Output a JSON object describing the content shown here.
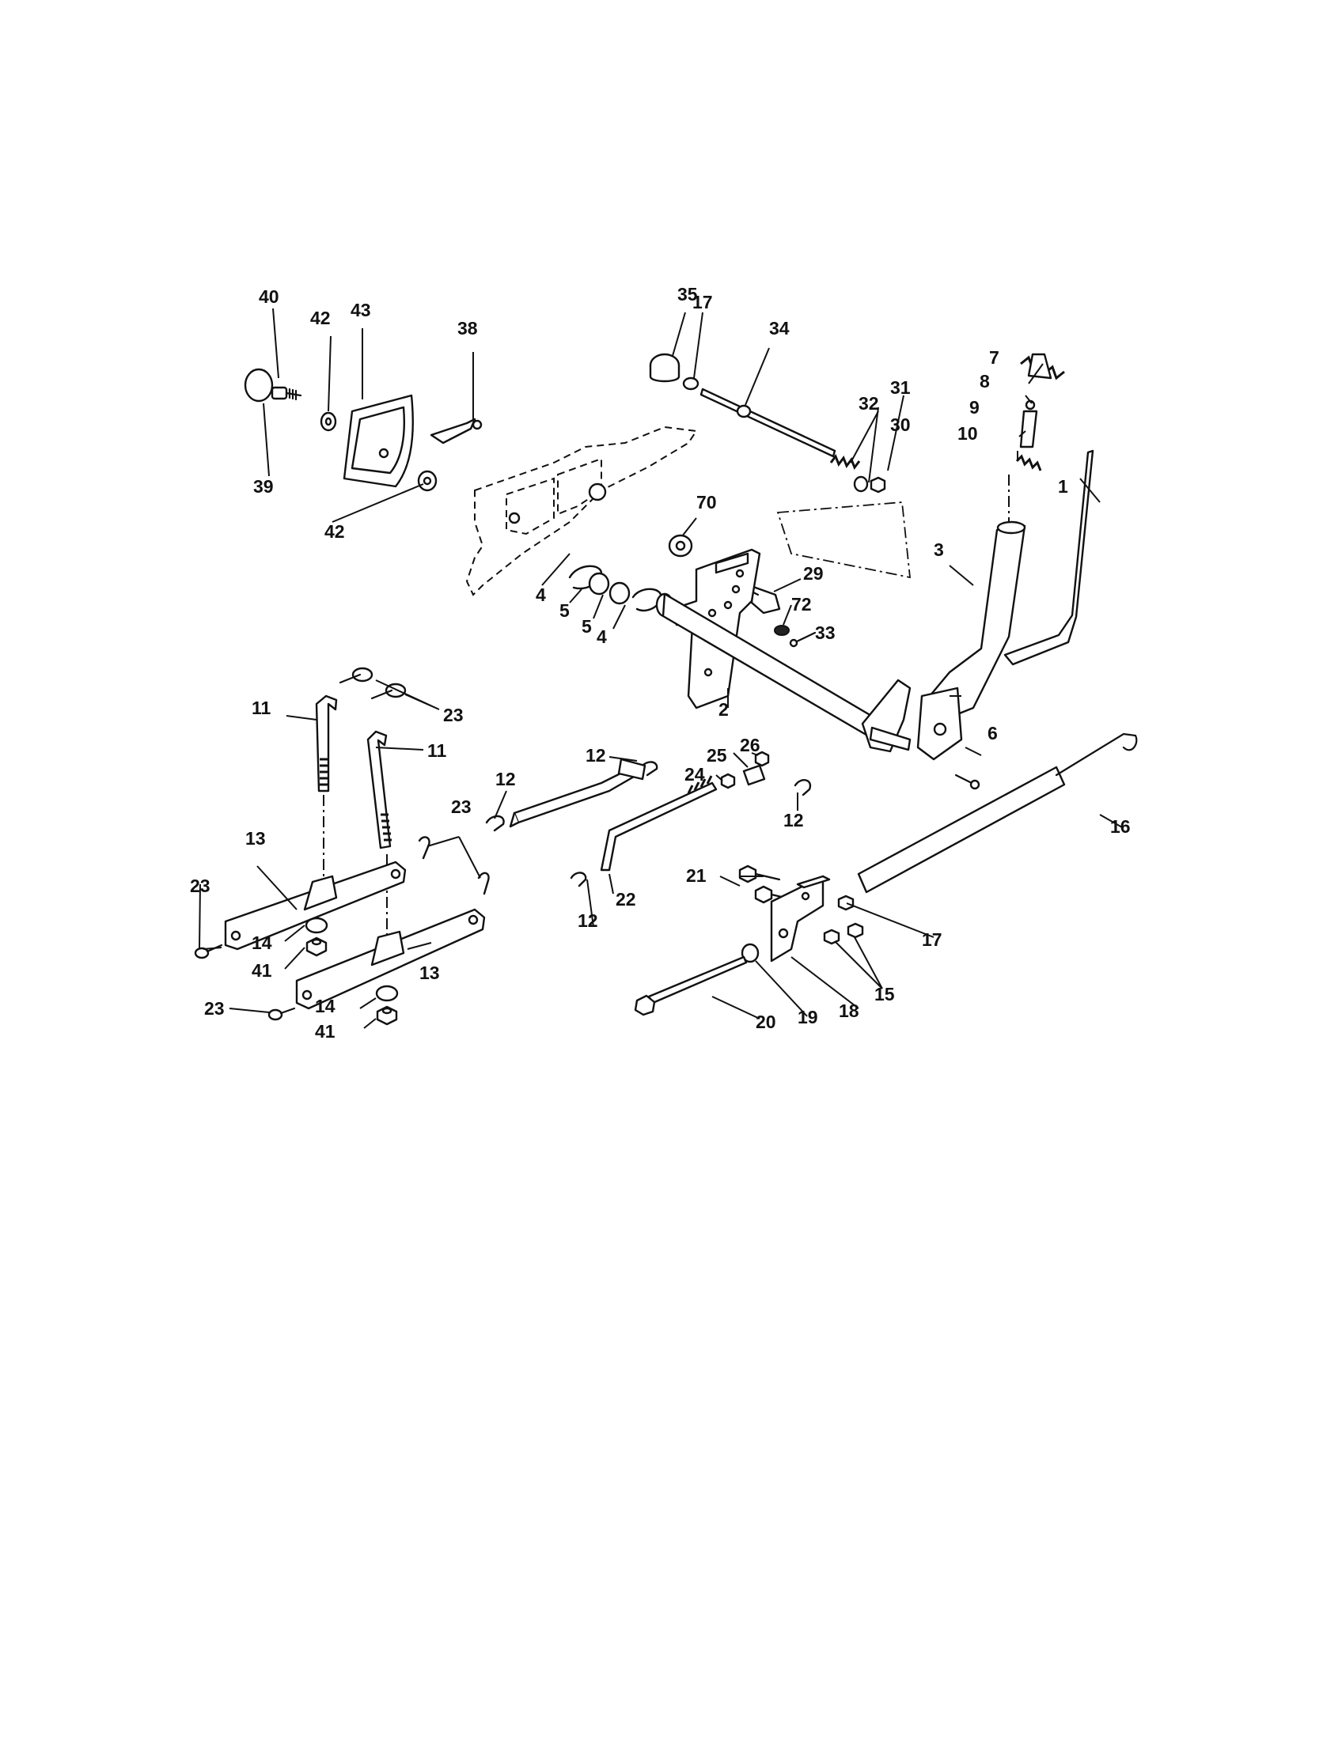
{
  "labels": {
    "l1": "1",
    "l2": "2",
    "l3": "3",
    "l4a": "4",
    "l4b": "4",
    "l5a": "5",
    "l5b": "5",
    "l6": "6",
    "l7": "7",
    "l8": "8",
    "l9": "9",
    "l10": "10",
    "l11a": "11",
    "l11b": "11",
    "l12a": "12",
    "l12b": "12",
    "l12c": "12",
    "l12d": "12",
    "l13a": "13",
    "l13b": "13",
    "l14a": "14",
    "l14b": "14",
    "l15": "15",
    "l16": "16",
    "l17a": "17",
    "l17b": "17",
    "l18": "18",
    "l19": "19",
    "l20": "20",
    "l21": "21",
    "l22": "22",
    "l23a": "23",
    "l23b": "23",
    "l23c": "23",
    "l23d": "23",
    "l24": "24",
    "l25": "25",
    "l26": "26",
    "l29": "29",
    "l30": "30",
    "l31": "31",
    "l32": "32",
    "l33": "33",
    "l34": "34",
    "l35": "35",
    "l38": "38",
    "l39": "39",
    "l40": "40",
    "l41a": "41",
    "l41b": "41",
    "l42a": "42",
    "l42b": "42",
    "l43": "43",
    "l70": "70",
    "l72": "72"
  }
}
